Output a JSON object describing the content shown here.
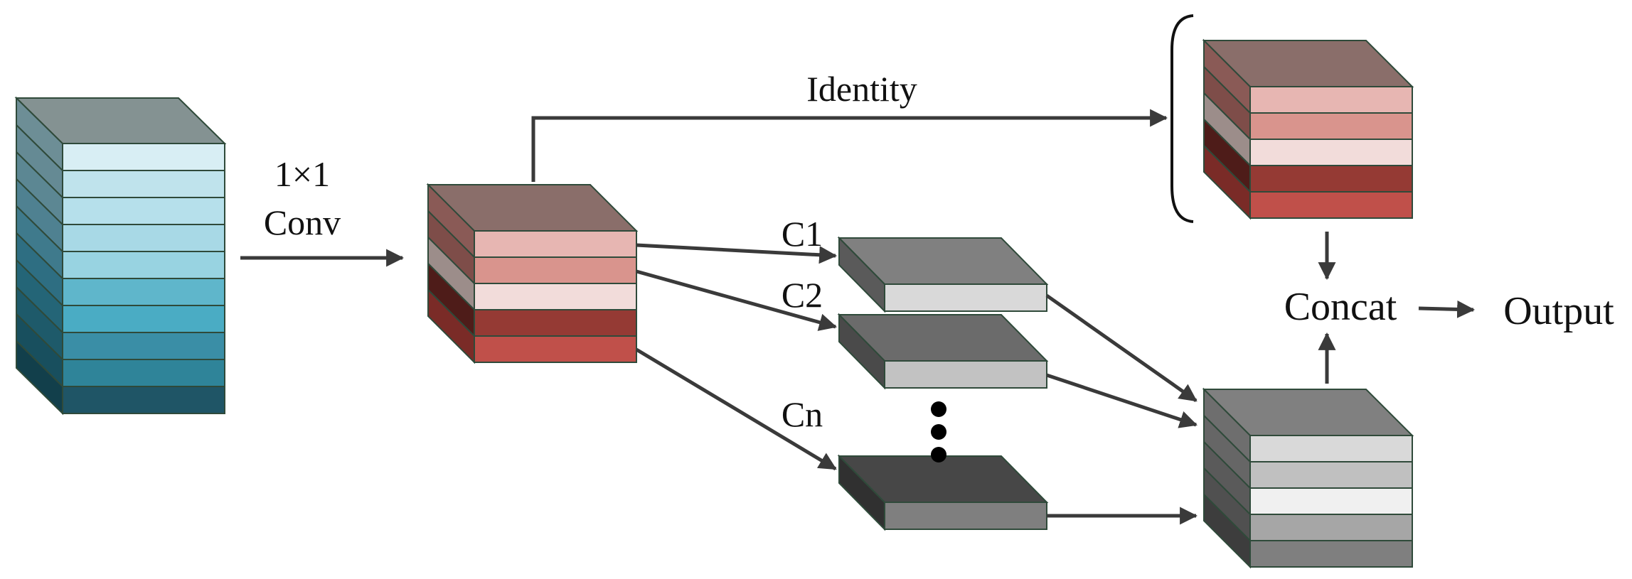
{
  "labels": {
    "conv_line1": "1×1",
    "conv_line2": "Conv",
    "identity": "Identity",
    "c1": "C1",
    "c2": "C2",
    "cn": "Cn",
    "concat": "Concat",
    "output": "Output"
  },
  "colors": {
    "arrow": "#3a3a3a",
    "edge": "#2f4a3a",
    "input_stack": [
      "#d8eef4",
      "#bfe3ec",
      "#b6e0eb",
      "#a8d9e6",
      "#98d3e1",
      "#5fb6cb",
      "#4aacc4",
      "#3a8ea6",
      "#2f8499",
      "#1f5566"
    ],
    "input_side": [
      "#6d8e96",
      "#658a94",
      "#5c8793",
      "#4f8191",
      "#3f7a8c",
      "#2e6e82",
      "#246577",
      "#1e5a6a",
      "#184f5e",
      "#123f4b"
    ],
    "input_top": "#849292",
    "mid_stack": [
      "#e7b6b2",
      "#d9948d",
      "#f2dcda",
      "#953a34",
      "#c0504a"
    ],
    "mid_side": [
      "#8a5a56",
      "#7e4d49",
      "#9c8d8a",
      "#4e1c19",
      "#7a2b27"
    ],
    "mid_top": "#8a6e6a",
    "branch_front": [
      "#d9d9d9",
      "#c2c2c2",
      "#7f7f7f"
    ],
    "branch_top": [
      "#808080",
      "#6b6b6b",
      "#474747"
    ],
    "branch_side": [
      "#5a5a5a",
      "#4a4a4a",
      "#303030"
    ],
    "gray_stack": [
      "#d9d9d9",
      "#c0c0c0",
      "#f0f0f0",
      "#a6a6a6",
      "#7f7f7f"
    ],
    "gray_side": [
      "#6e6e6e",
      "#666666",
      "#5a5a5a",
      "#505050",
      "#3d3d3d"
    ],
    "gray_top": "#808080"
  }
}
